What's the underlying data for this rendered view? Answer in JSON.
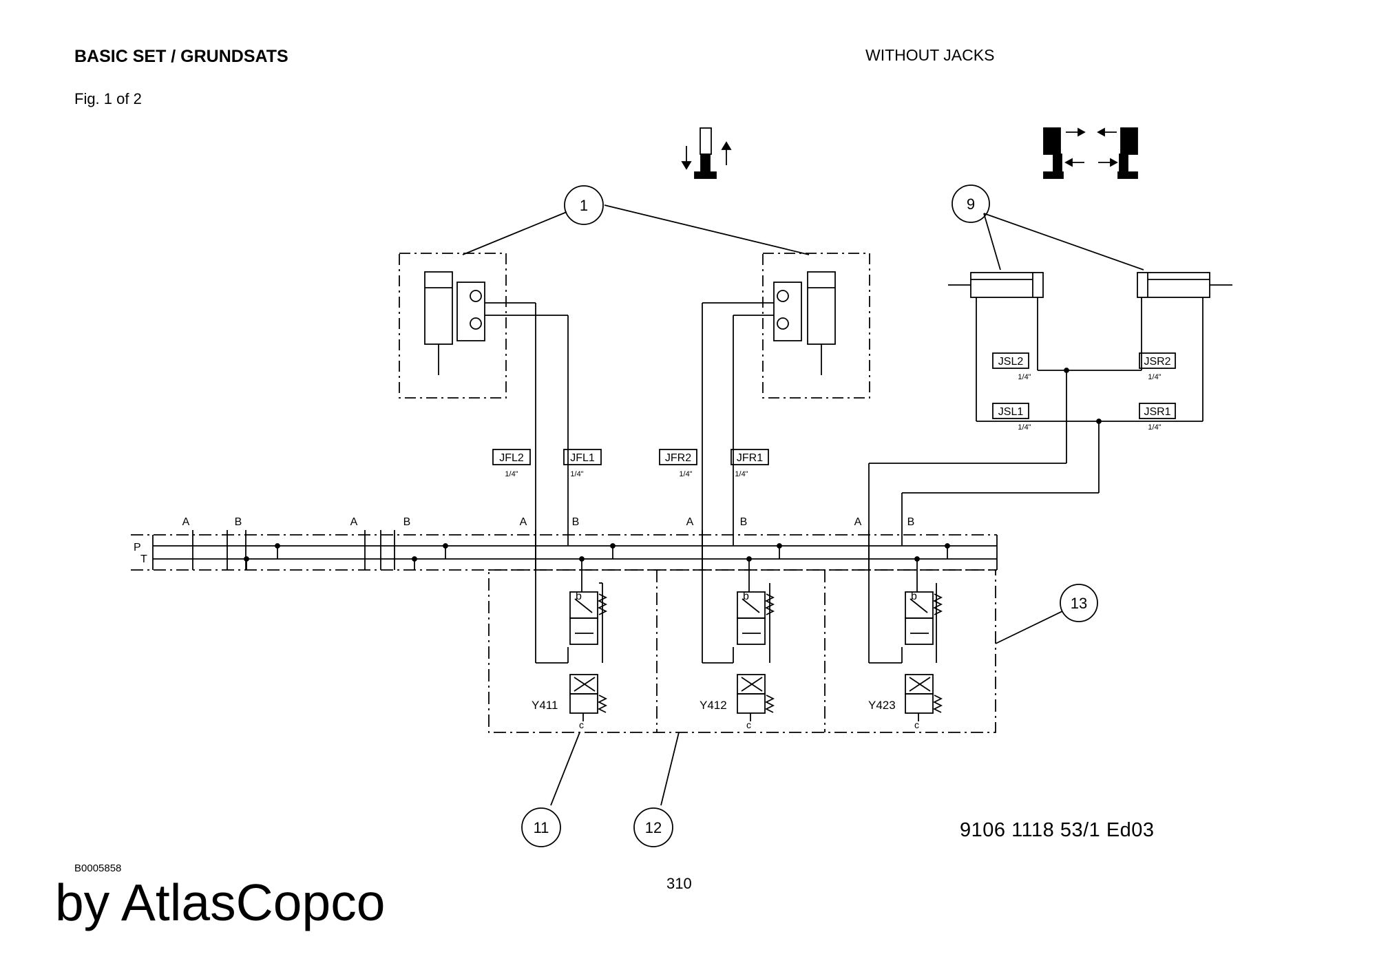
{
  "header": {
    "title": "BASIC SET / GRUNDSATS",
    "subtitle": "WITHOUT JACKS",
    "figure": "Fig. 1 of 2"
  },
  "footer": {
    "document_number": "9106 1118 53/1  Ed03",
    "code": "B0005858",
    "page": "310",
    "brand": "by AtlasCopco"
  },
  "diagram": {
    "callouts": [
      "1",
      "9",
      "13",
      "11",
      "12"
    ],
    "line_labels": {
      "jfl2": "JFL2",
      "jfl1": "JFL1",
      "jfr2": "JFR2",
      "jfr1": "JFR1",
      "jsl2": "JSL2",
      "jsr2": "JSR2",
      "jsl1": "JSL1",
      "jsr1": "JSR1"
    },
    "port_size": "1/4\"",
    "port_letters": [
      "A",
      "B"
    ],
    "manifold_lines": [
      "P",
      "T"
    ],
    "valve_port_top": "b",
    "valve_port_bottom": "c",
    "valves": [
      "Y411",
      "Y412",
      "Y423"
    ]
  }
}
